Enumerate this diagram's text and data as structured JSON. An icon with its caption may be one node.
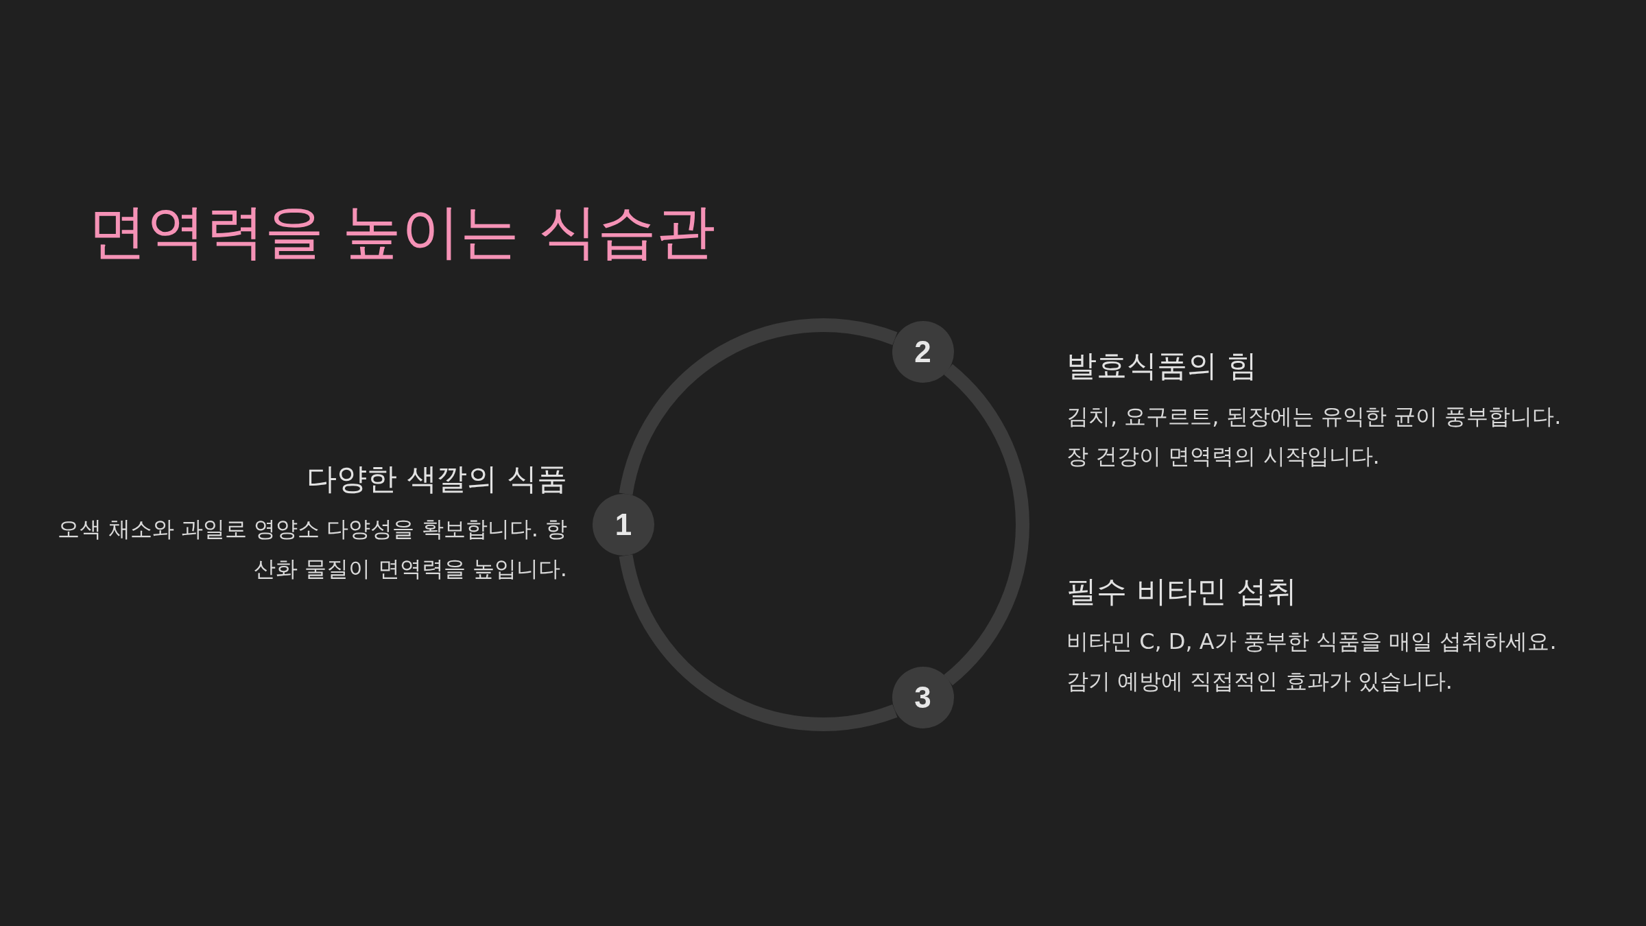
{
  "diagram": {
    "title": "면역력을 높이는 식습관",
    "nodes": [
      {
        "text": [
          "1"
        ],
        "beside": [
          "다양한 색깔의 식품",
          "오색 채소와 과일로 영양소 다양성을 확보합니다. 항산화 물질이 면역력을 높입니다."
        ]
      },
      {
        "text": [
          "2"
        ],
        "beside": [
          "발효식품의 힘",
          "김치, 요구르트, 된장에는 유익한 균이 풍부합니다. 장 건강이 면역력의 시작입니다."
        ]
      },
      {
        "text": [
          "3"
        ],
        "beside": [
          "필수 비타민 섭취",
          "비타민 C, D, A가 풍부한 식품을 매일 섭취하세요. 감기 예방에 직접적인 효과가 있습니다."
        ]
      }
    ],
    "edges": [
      {
        "from": 0,
        "to": 1,
        "arrow": "none"
      },
      {
        "from": 1,
        "to": 2,
        "arrow": "none"
      },
      {
        "from": 2,
        "to": 0,
        "arrow": "none"
      }
    ]
  }
}
